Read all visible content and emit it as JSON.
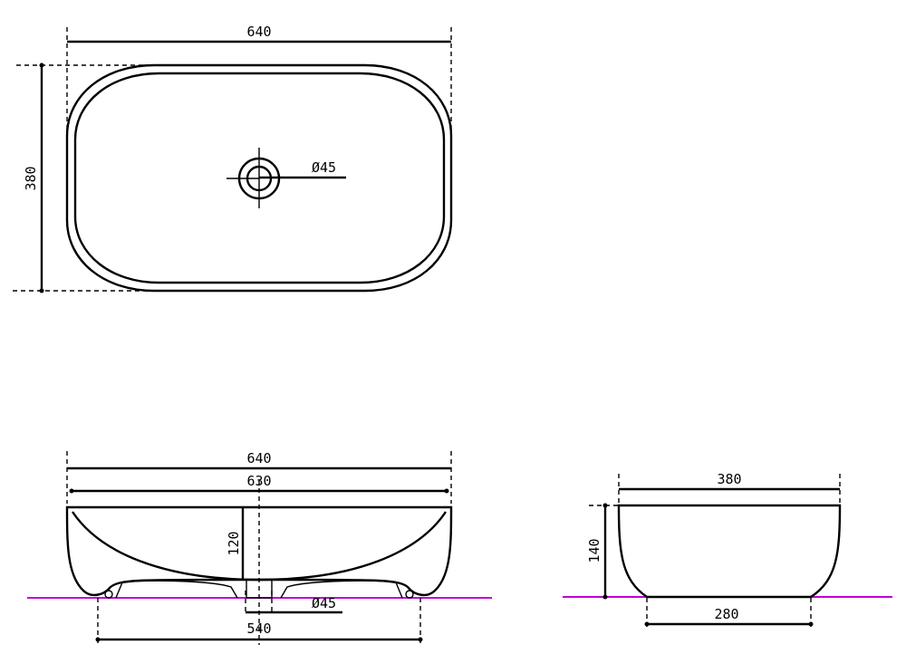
{
  "top_view": {
    "width_label": "640",
    "depth_label": "380",
    "drain_label": "Ø45"
  },
  "front_view": {
    "outer_width_label": "640",
    "rim_width_label": "630",
    "bowl_depth_label": "120",
    "drain_label": "Ø45",
    "base_width_label": "540"
  },
  "side_view": {
    "width_label": "380",
    "height_label": "140",
    "base_width_label": "280"
  },
  "colors": {
    "line": "#000000",
    "ground_line": "#c000d8",
    "background": "#ffffff"
  }
}
